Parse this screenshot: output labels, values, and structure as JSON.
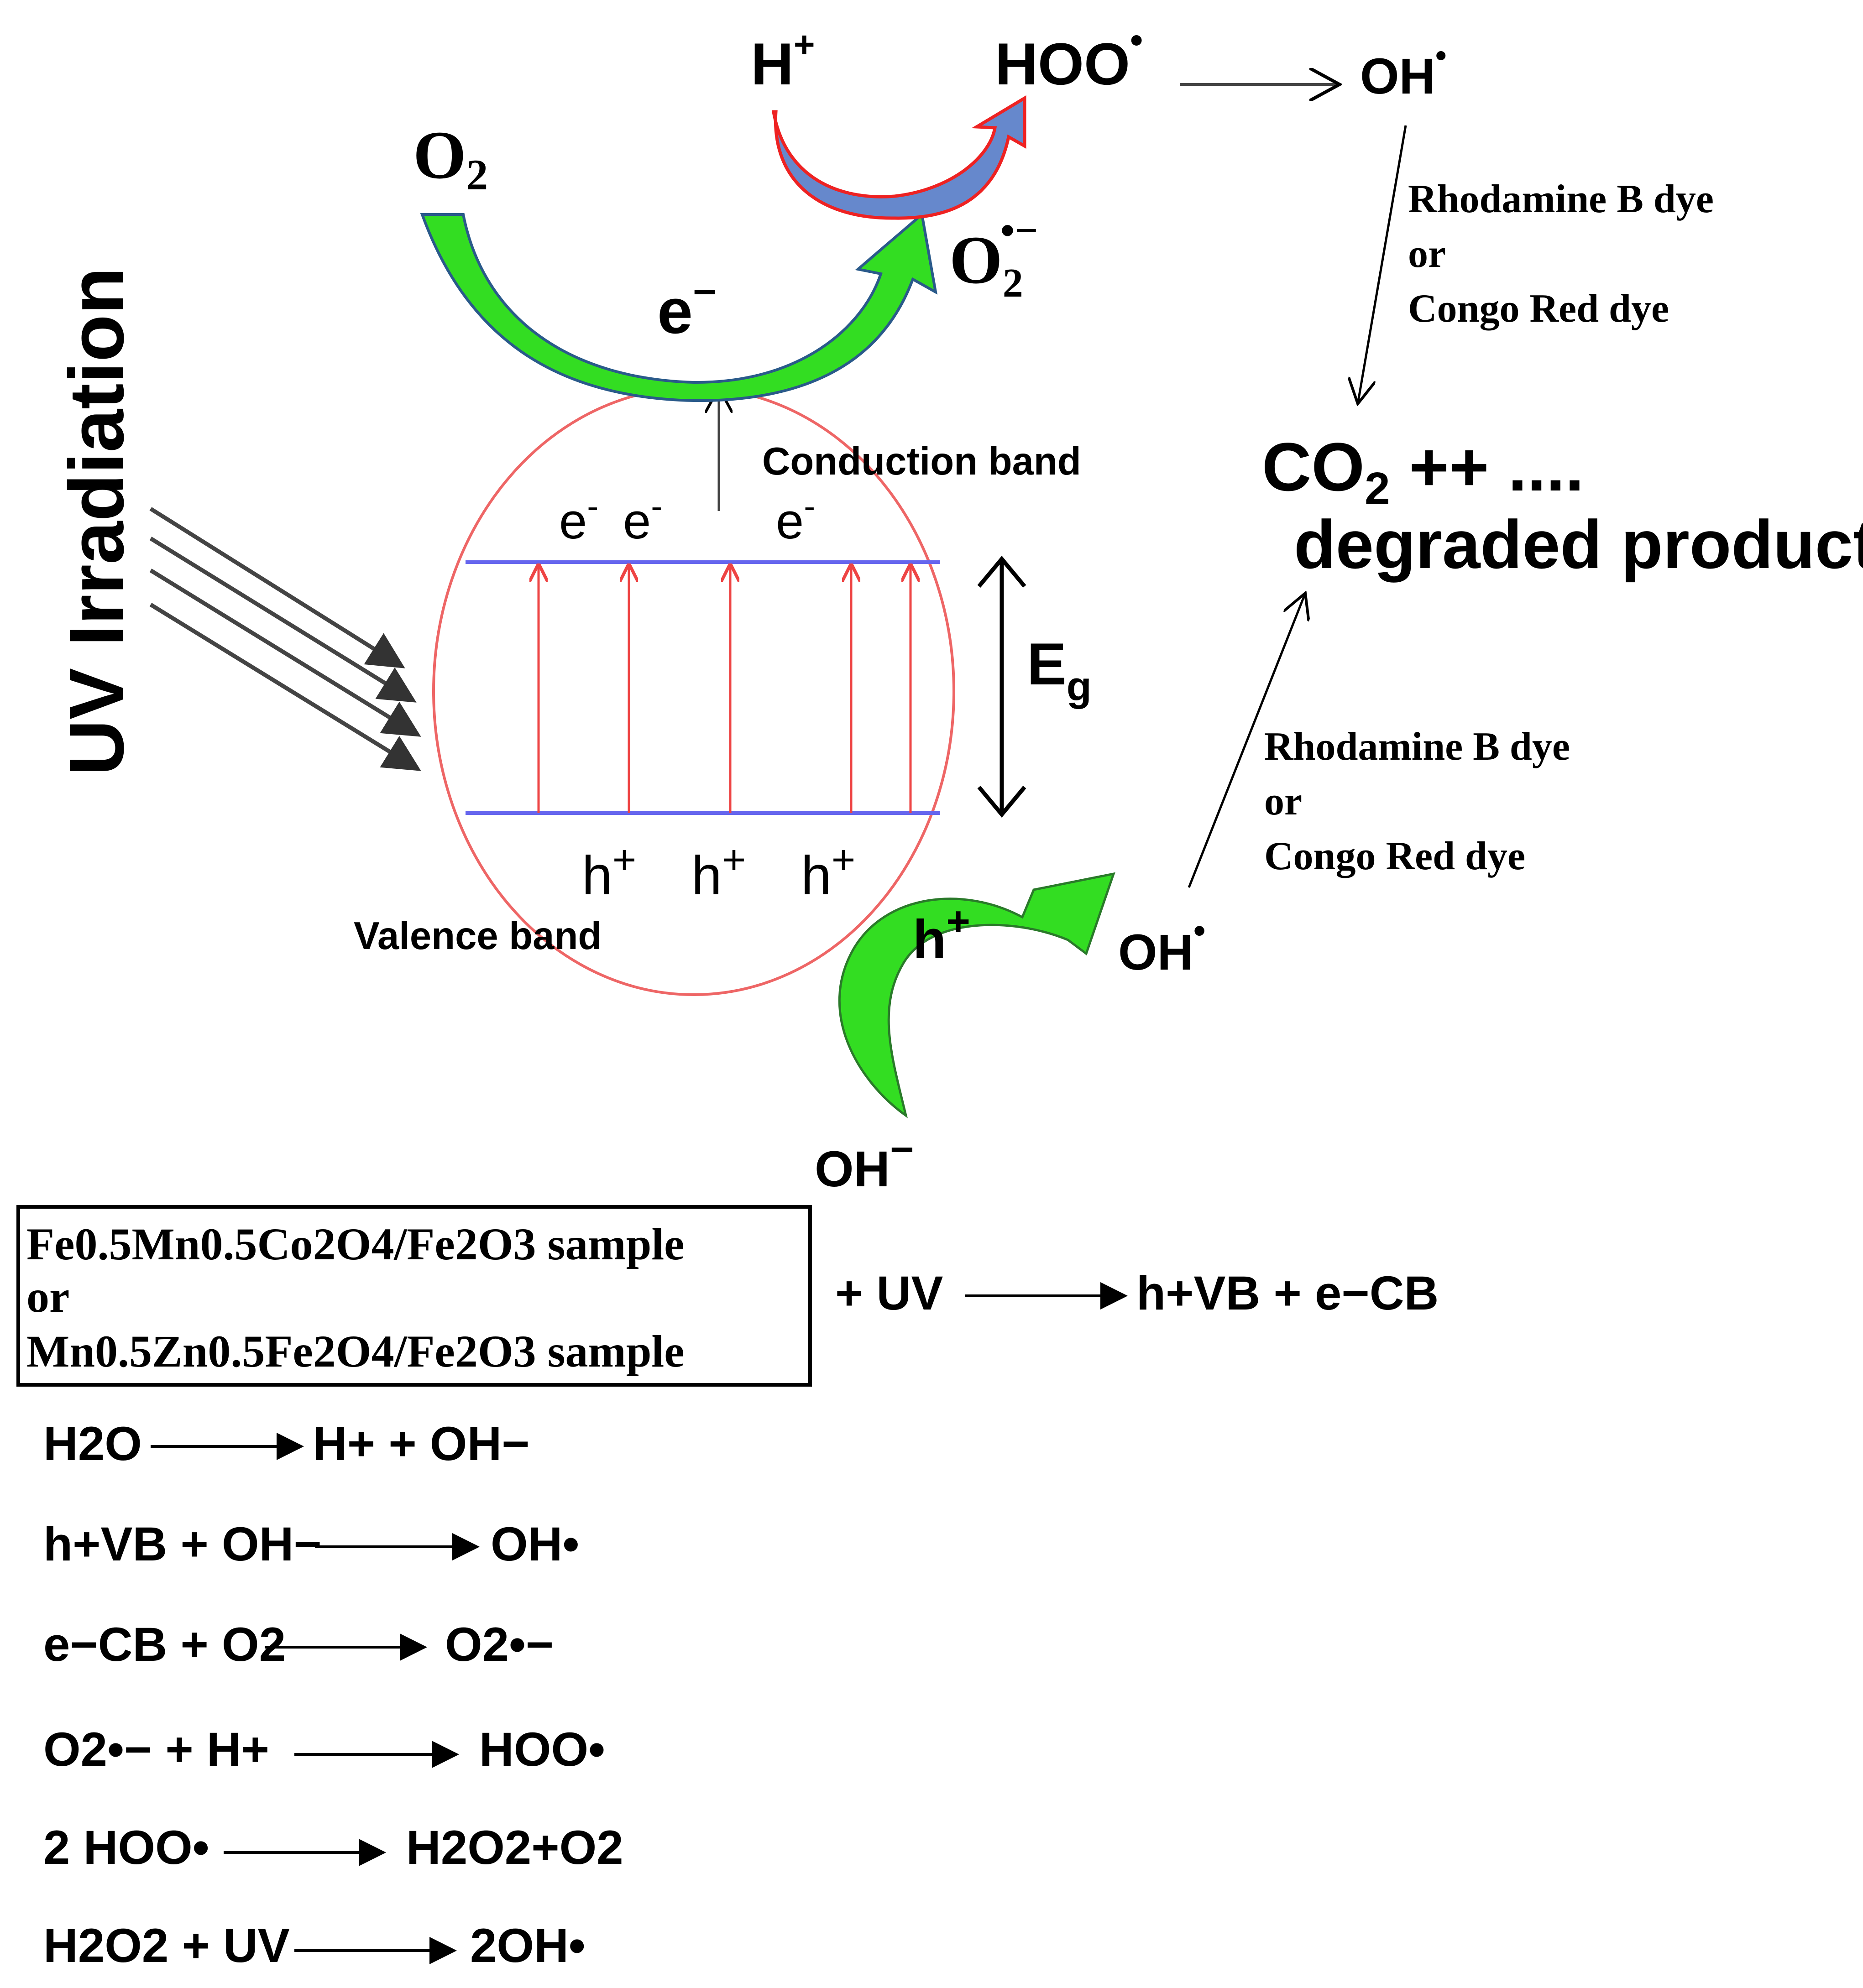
{
  "diagram": {
    "side_label": "UV Irradiation",
    "top": {
      "h_plus": "H",
      "h_plus_sup": "+",
      "hoo": "HOO",
      "hoo_dot": "•",
      "oh_top": "OH",
      "oh_top_dot": "•",
      "o2": "O",
      "o2_sub": "2",
      "e_minus": "e",
      "e_minus_sup": "−",
      "superoxide": "O",
      "superoxide_sub": "2",
      "superoxide_sup": "•−"
    },
    "bands": {
      "conduction_label": "Conduction band",
      "valence_label": "Valence band",
      "electrons": [
        "e",
        "e",
        "e"
      ],
      "electron_sup": "-",
      "holes": [
        "h",
        "h",
        "h"
      ],
      "hole_sup": "+",
      "gap": "E",
      "gap_sub": "g"
    },
    "lower": {
      "hole_label": "h",
      "hole_sup": "+",
      "oh_rad": "OH",
      "oh_rad_dot": "•",
      "oh_minus": "OH",
      "oh_minus_sup": "−"
    },
    "dyes_top": [
      "Rhodamine B dye",
      "or",
      "Congo Red dye"
    ],
    "dyes_bottom": [
      "Rhodamine B dye",
      "or",
      "Congo Red dye"
    ],
    "product": {
      "line1": "CO",
      "line1_sub": "2",
      "line1_rest": " ++ ....",
      "line2": "degraded product"
    }
  },
  "sample_box": {
    "line1": "Fe0.5Mn0.5Co2O4/Fe2O3 sample",
    "line2": "or",
    "line3": "Mn0.5Zn0.5Fe2O4/Fe2O3 sample"
  },
  "equations": {
    "uv_eq": {
      "left": "+ UV",
      "right": "h+VB + e−CB"
    },
    "eq1": {
      "left": "H2O",
      "right": "H+ + OH−"
    },
    "eq2": {
      "left": "h+VB + OH−",
      "right": "OH•"
    },
    "eq3": {
      "left": "e−CB + O2",
      "right": "O2•−"
    },
    "eq4": {
      "left": "O2•− + H+",
      "right": "HOO•"
    },
    "eq5": {
      "left": "2 HOO•",
      "right": "H2O2+O2"
    },
    "eq6": {
      "left": "H2O2 + UV",
      "right": "2OH•"
    }
  },
  "colors": {
    "green_arrow": "#33dd22",
    "band_line": "#6666ee",
    "particle": "#ee6666",
    "excitation": "#ee4444",
    "red_arrow": "#ee2222",
    "blue_arrow": "#6688cc"
  }
}
